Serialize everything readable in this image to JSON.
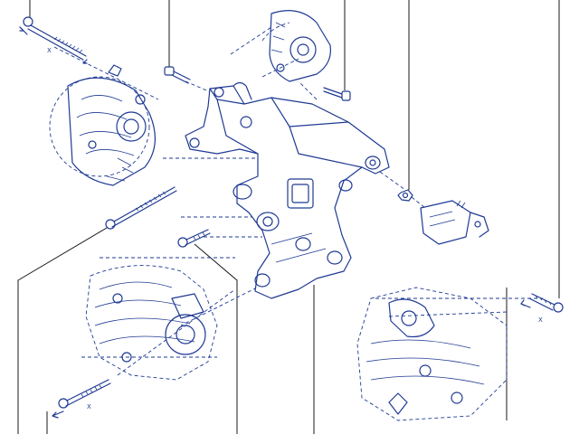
{
  "labels": {
    "bolt_top_left": "X",
    "bolt_bottom_left": "X",
    "bolt_right": "X"
  },
  "colors": {
    "ink": "#1f3a93",
    "leader": "#1a1a1a",
    "background": "#ffffff"
  }
}
